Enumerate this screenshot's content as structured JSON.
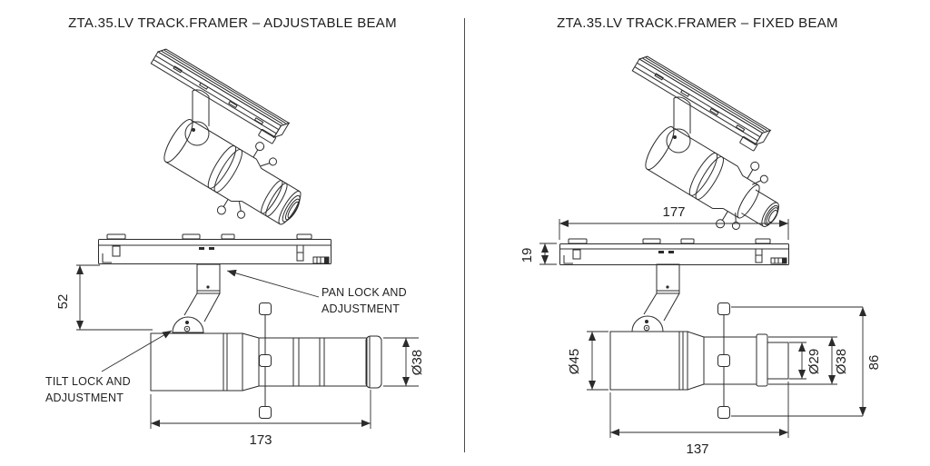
{
  "page": {
    "background": "#ffffff",
    "line_color": "#2b2b2b",
    "text_color": "#222222"
  },
  "left_panel": {
    "title": "ZTA.35.LV TRACK.FRAMER – ADJUSTABLE BEAM",
    "callouts": {
      "pan_lock": [
        "PAN LOCK AND",
        "ADJUSTMENT"
      ],
      "tilt_lock": [
        "TILT LOCK AND",
        "ADJUSTMENT"
      ]
    },
    "dimensions": {
      "suspension_height": "52",
      "body_length": "173",
      "front_diameter": "Ø38"
    }
  },
  "right_panel": {
    "title": "ZTA.35.LV TRACK.FRAMER – FIXED BEAM",
    "dimensions": {
      "track_length": "177",
      "track_height": "19",
      "body_diameter": "Ø45",
      "snoot_inner_diameter": "Ø29",
      "snoot_outer_diameter": "Ø38",
      "overall_height": "86",
      "body_length": "137"
    }
  }
}
